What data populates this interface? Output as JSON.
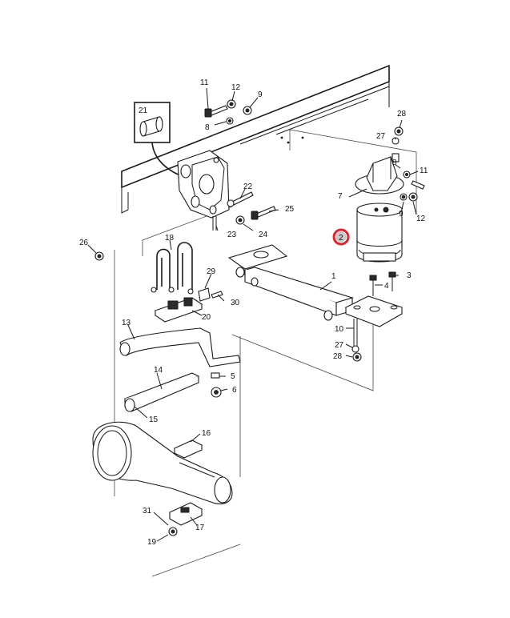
{
  "diagram": {
    "accent_color": "#e8202a",
    "highlighted_callout": "2",
    "callouts": [
      "1",
      "2",
      "3",
      "4",
      "5",
      "6",
      "7",
      "8",
      "9",
      "10",
      "11",
      "12",
      "13",
      "14",
      "15",
      "16",
      "17",
      "18",
      "19",
      "20",
      "21",
      "22",
      "23",
      "24",
      "25",
      "26",
      "27",
      "28",
      "29",
      "30",
      "31"
    ],
    "detail_box_label": "21"
  }
}
